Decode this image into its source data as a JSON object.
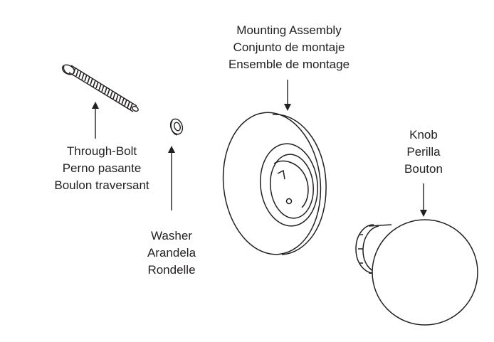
{
  "parts": {
    "mounting_assembly": {
      "labels": [
        "Mounting Assembly",
        "Conjunto de montaje",
        "Ensemble de montage"
      ],
      "icon": "mounting-rosette"
    },
    "through_bolt": {
      "labels": [
        "Through-Bolt",
        "Perno pasante",
        "Boulon traversant"
      ],
      "icon": "bolt"
    },
    "washer": {
      "labels": [
        "Washer",
        "Arandela",
        "Rondelle"
      ],
      "icon": "washer"
    },
    "knob": {
      "labels": [
        "Knob",
        "Perilla",
        "Bouton"
      ],
      "icon": "round-knob"
    }
  },
  "colors": {
    "line": "#231f20",
    "background": "#ffffff"
  }
}
